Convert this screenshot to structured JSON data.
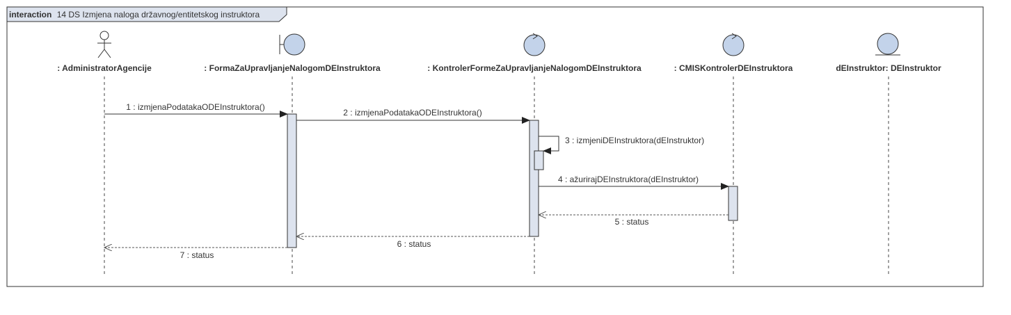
{
  "frame": {
    "keyword": "interaction",
    "title": "14 DS Izmjena naloga državnog/entitetskog instruktora"
  },
  "lifelines": [
    {
      "id": "admin",
      "name": ": AdministratorAgencije",
      "icon": "actor-icon"
    },
    {
      "id": "forma",
      "name": ": FormaZaUpravljanjeNalogomDEInstruktora",
      "icon": "boundary-icon"
    },
    {
      "id": "kontroler",
      "name": ": KontrolerFormeZaUpravljanjeNalogomDEInstruktora",
      "icon": "control-icon"
    },
    {
      "id": "cmis",
      "name": ": CMISKontrolerDEInstruktora",
      "icon": "control-icon"
    },
    {
      "id": "entity",
      "name": "dEInstruktor: DEInstruktor",
      "icon": "entity-icon"
    }
  ],
  "messages": [
    {
      "num": "1",
      "label": "1 : izmjenaPodatakaODEInstruktora()",
      "from": "admin",
      "to": "forma",
      "kind": "sync"
    },
    {
      "num": "2",
      "label": "2 : izmjenaPodatakaODEInstruktora()",
      "from": "forma",
      "to": "kontroler",
      "kind": "sync"
    },
    {
      "num": "3",
      "label": "3 : izmjeniDEInstruktora(dEInstruktor)",
      "from": "kontroler",
      "to": "kontroler",
      "kind": "self"
    },
    {
      "num": "4",
      "label": "4 : ažurirajDEInstruktora(dEInstruktor)",
      "from": "kontroler",
      "to": "cmis",
      "kind": "sync"
    },
    {
      "num": "5",
      "label": "5 : status",
      "from": "cmis",
      "to": "kontroler",
      "kind": "return"
    },
    {
      "num": "6",
      "label": "6 : status",
      "from": "kontroler",
      "to": "forma",
      "kind": "return"
    },
    {
      "num": "7",
      "label": "7 : status",
      "from": "forma",
      "to": "admin",
      "kind": "return"
    }
  ],
  "colors": {
    "frame_header_fill": "#dde3ee",
    "icon_fill": "#c3d3ea",
    "activation_fill": "#dde3ee",
    "stroke": "#333333",
    "lifeline": "#444444"
  }
}
